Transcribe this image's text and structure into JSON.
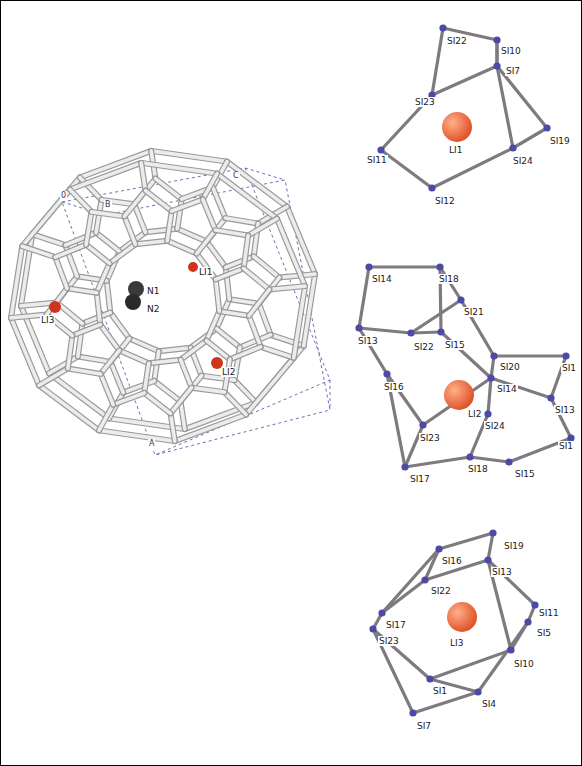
{
  "diagram": {
    "labels": [
      "0",
      "B",
      "C",
      "A",
      "N1",
      "N2",
      "LI1",
      "LI3",
      "LI2",
      "SI22",
      "SI10",
      "SI23",
      "SI7",
      "LI1",
      "SI19",
      "SI24",
      "SI11",
      "SI12",
      "SI14",
      "SI18",
      "SI21",
      "SI13",
      "SI22",
      "SI15",
      "SI20",
      "SI1",
      "SI16",
      "SI14",
      "SI13",
      "LI2",
      "SI24",
      "SI23",
      "SI1",
      "SI17",
      "SI18",
      "SI15",
      "SI19",
      "SI16",
      "SI13",
      "SI22",
      "SI11",
      "SI17",
      "SI5",
      "LI3",
      "SI23",
      "SI10",
      "SI1",
      "SI4",
      "SI7"
    ]
  }
}
